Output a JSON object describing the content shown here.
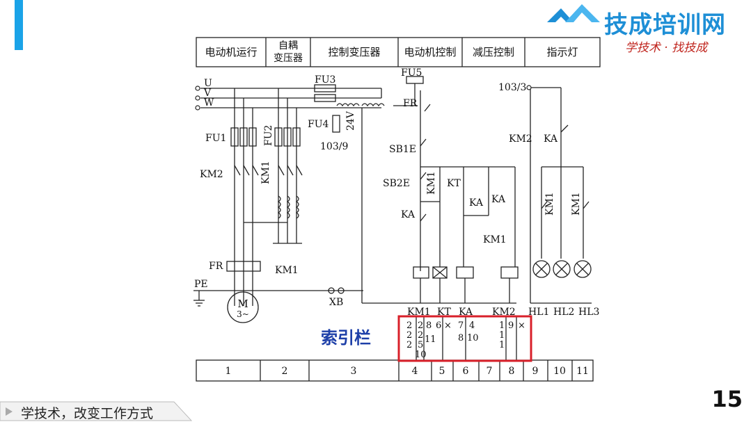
{
  "brand": {
    "name": "技成培训网",
    "slogan": "学技术 · 找技成"
  },
  "footer": {
    "text": "学技术，改变工作方式"
  },
  "page_number": "15",
  "colors": {
    "accent": "#1aa3e8",
    "brand_blue": "#1e8fd6",
    "brand_red": "#c0261f",
    "highlight": "#d8202a",
    "index_label": "#1d3fa8"
  },
  "diagram": {
    "header_cells": [
      "电动机运行",
      "自耦",
      "变压器",
      "控制变压器",
      "电动机控制",
      "减压控制",
      "指示灯"
    ],
    "phase_labels": [
      "U",
      "V",
      "W"
    ],
    "labels": {
      "fu3": "FU3",
      "fu5": "FU5",
      "fu4": "FU4",
      "v24": "24V",
      "n1039": "103/9",
      "n1033": "103/3",
      "fu1": "FU1",
      "fu2": "FU2",
      "km2_main": "KM2",
      "km1_main": "KM1",
      "km1_tap": "KM1",
      "fr_main": "FR",
      "fr_ctrl": "FR",
      "pe": "PE",
      "motor": "M",
      "motor_sub": "3~",
      "xb": "XB",
      "sb1e": "SB1E",
      "sb2e": "SB2E",
      "km1_hold": "KM1",
      "ka_left": "KA",
      "kt": "KT",
      "ka_mid": "KA",
      "ka_right": "KA",
      "km1_low": "KM1",
      "km2_lamp": "KM2",
      "ka_lamp": "KA",
      "km1_lamp_a": "KM1",
      "km1_lamp_b": "KM1"
    },
    "coil_labels": [
      "KM1",
      "KT",
      "KA",
      "KM2"
    ],
    "lamp_labels": [
      "HL1",
      "HL2",
      "HL3"
    ],
    "index_title": "索引栏",
    "index_entries": [
      [
        "2",
        "2",
        "2",
        ""
      ],
      [
        "2",
        "2",
        "5",
        "10"
      ],
      [
        "8",
        "11",
        "",
        ""
      ],
      [
        "6",
        "",
        "",
        ""
      ],
      [
        "×",
        "",
        "",
        ""
      ],
      [
        "7",
        "8",
        "",
        ""
      ],
      [
        "4",
        "10",
        "",
        ""
      ],
      [
        "1",
        "1",
        "1",
        "1"
      ],
      [
        "9",
        "",
        "",
        ""
      ],
      [
        "×",
        "",
        "",
        ""
      ]
    ],
    "footer_numbers": [
      "1",
      "2",
      "3",
      "4",
      "5",
      "6",
      "7",
      "8",
      "9",
      "10",
      "11"
    ]
  }
}
